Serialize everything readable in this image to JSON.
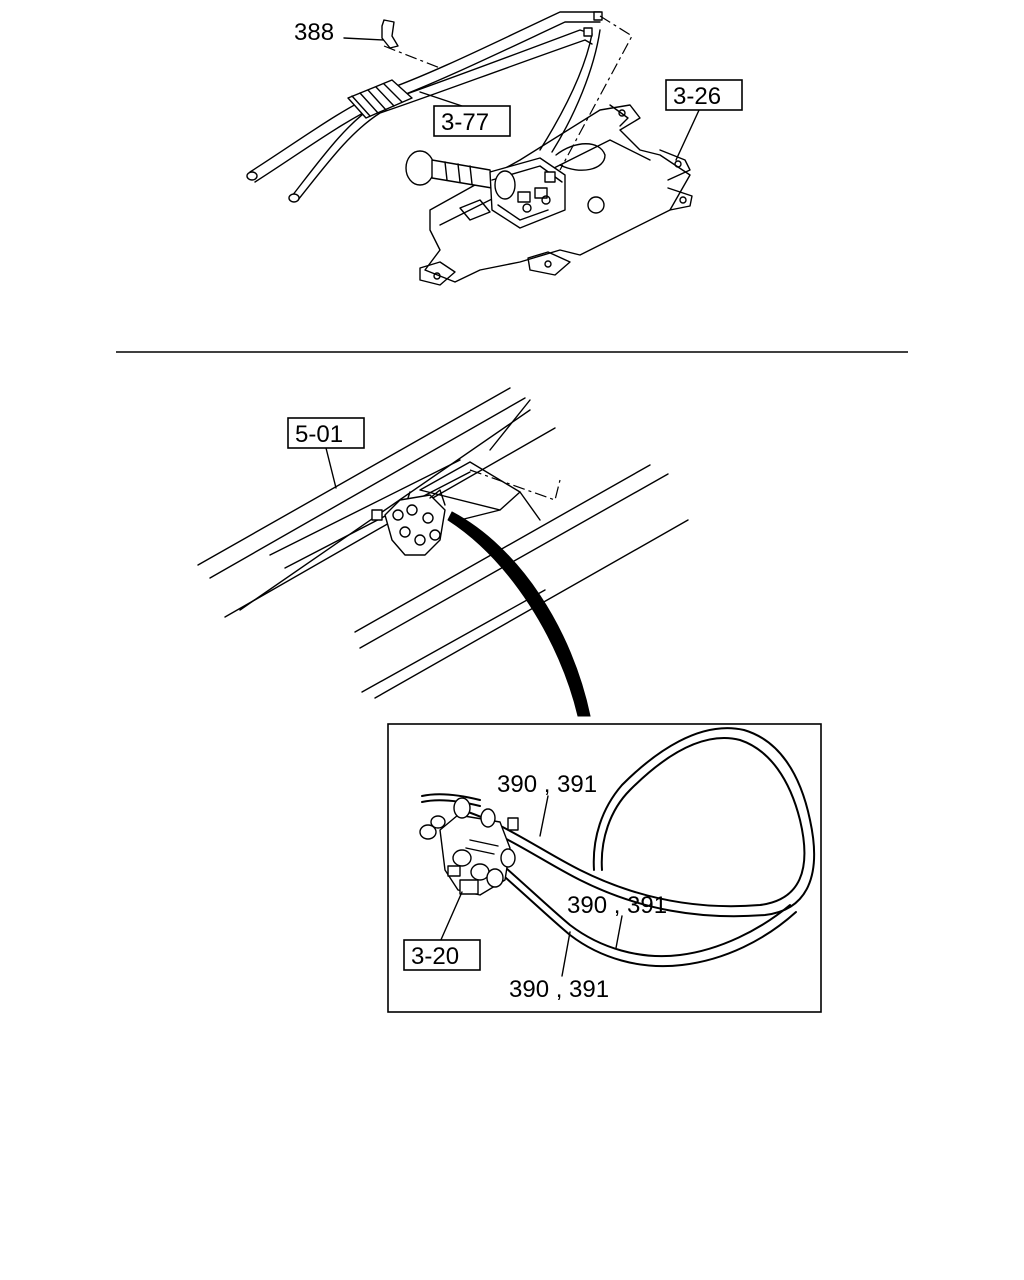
{
  "callouts": {
    "part_388": "388",
    "ref_3_77": "3-77",
    "ref_3_26": "3-26",
    "ref_5_01": "5-01",
    "part_390_391_a": "390 , 391",
    "part_390_391_b": "390 , 391",
    "part_390_391_c": "390 , 391",
    "ref_3_20": "3-20"
  }
}
